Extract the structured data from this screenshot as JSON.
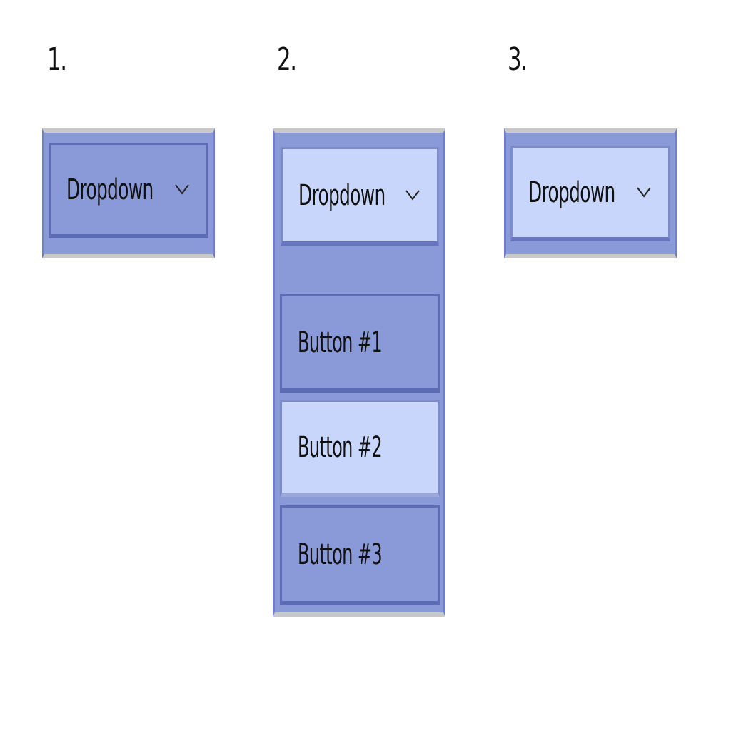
{
  "steps": [
    {
      "number": "1.",
      "dropdown_label": "Dropdown",
      "state": "closed"
    },
    {
      "number": "2.",
      "dropdown_label": "Dropdown",
      "state": "open",
      "menu_items": [
        {
          "label": "Button #1",
          "highlighted": false
        },
        {
          "label": "Button #2",
          "highlighted": true
        },
        {
          "label": "Button #3",
          "highlighted": false
        }
      ]
    },
    {
      "number": "3.",
      "dropdown_label": "Dropdown",
      "state": "closed-active"
    }
  ],
  "colors": {
    "frame": "#8a9ad8",
    "active_fill": "#c8d6fc",
    "border_dark": "#5d6db5",
    "frame_edge": "#c8c8c8",
    "text": "#111111"
  },
  "icons": {
    "dropdown_arrow": "chevron-down-icon"
  }
}
